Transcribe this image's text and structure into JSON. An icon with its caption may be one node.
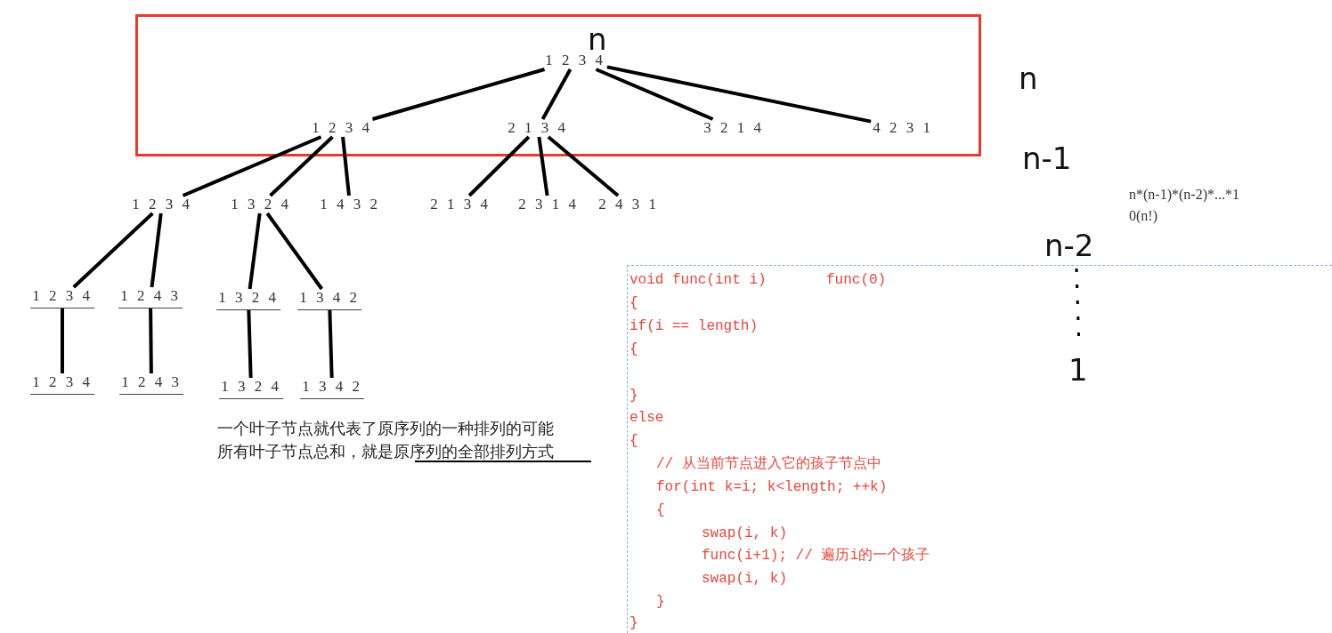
{
  "diagram": {
    "nodes": [
      {
        "text": [],
        "shape": "box"
      },
      {
        "text": [
          "1 2 3 4"
        ],
        "in": 0
      },
      {
        "text": [
          "1 2 3 4"
        ],
        "in": 0
      },
      {
        "text": [
          "2 1 3 4"
        ],
        "in": 0
      },
      {
        "text": [
          "3 2 1 4"
        ],
        "in": 0
      },
      {
        "text": [
          "4 2 3 1"
        ],
        "in": 0
      },
      {
        "text": [
          "1 2 3 4"
        ]
      },
      {
        "text": [
          "1 3 2 4"
        ]
      },
      {
        "text": [
          "1 4 3 2"
        ]
      },
      {
        "text": [
          "2 1 3 4"
        ]
      },
      {
        "text": [
          "2 3 1 4"
        ]
      },
      {
        "text": [
          "2 4 3 1"
        ]
      },
      {
        "text": [
          "1 2 3 4"
        ]
      },
      {
        "text": [
          "1 2 4 3"
        ]
      },
      {
        "text": [
          "1 3 2 4"
        ]
      },
      {
        "text": [
          "1 3 4 2"
        ]
      },
      {
        "text": [
          "1 2 3 4"
        ]
      },
      {
        "text": [
          "1 2 4 3"
        ]
      },
      {
        "text": [
          "1 3 2 4"
        ]
      },
      {
        "text": [
          "1 3 4 2"
        ]
      },
      {
        "text": [
          "void func(int i)",
          "func(0)",
          "{",
          "if(i == length)",
          "{",
          "}",
          "else",
          "{",
          "// 从当前节点进入它的孩子节点中",
          "for(int k=i; k<length; ++k)",
          "{",
          "swap(i, k)",
          "func(i+1); // 遍历i的一个孩子",
          "swap(i, k)",
          "}",
          "}"
        ]
      }
    ],
    "edges": [
      {
        "from": 1,
        "to": 2,
        "arrow": "none"
      },
      {
        "from": 1,
        "to": 3,
        "arrow": "none"
      },
      {
        "from": 1,
        "to": 4,
        "arrow": "none"
      },
      {
        "from": 1,
        "to": 5,
        "arrow": "none"
      },
      {
        "from": 2,
        "to": 6,
        "arrow": "none"
      },
      {
        "from": 2,
        "to": 7,
        "arrow": "none"
      },
      {
        "from": 2,
        "to": 8,
        "arrow": "none"
      },
      {
        "from": 3,
        "to": 9,
        "arrow": "none"
      },
      {
        "from": 3,
        "to": 10,
        "arrow": "none"
      },
      {
        "from": 3,
        "to": 11,
        "arrow": "none"
      },
      {
        "from": 6,
        "to": 12,
        "arrow": "none"
      },
      {
        "from": 6,
        "to": 13,
        "arrow": "none"
      },
      {
        "from": 7,
        "to": 14,
        "arrow": "none"
      },
      {
        "from": 7,
        "to": 15,
        "arrow": "none"
      },
      {
        "from": 12,
        "to": 16,
        "arrow": "none"
      },
      {
        "from": 13,
        "to": 17,
        "arrow": "none"
      },
      {
        "from": 14,
        "to": 18,
        "arrow": "none"
      },
      {
        "from": 15,
        "to": 19,
        "arrow": "none"
      }
    ],
    "labels": [
      "n",
      "n",
      "n-1",
      "n-2",
      "1",
      "n*(n-1)*(n-2)*...*1",
      "0(n!)",
      "一个叶子节点就代表了原序列的一种排列的可能",
      "所有叶子节点总和，就是原序列的全部排列方式"
    ]
  }
}
